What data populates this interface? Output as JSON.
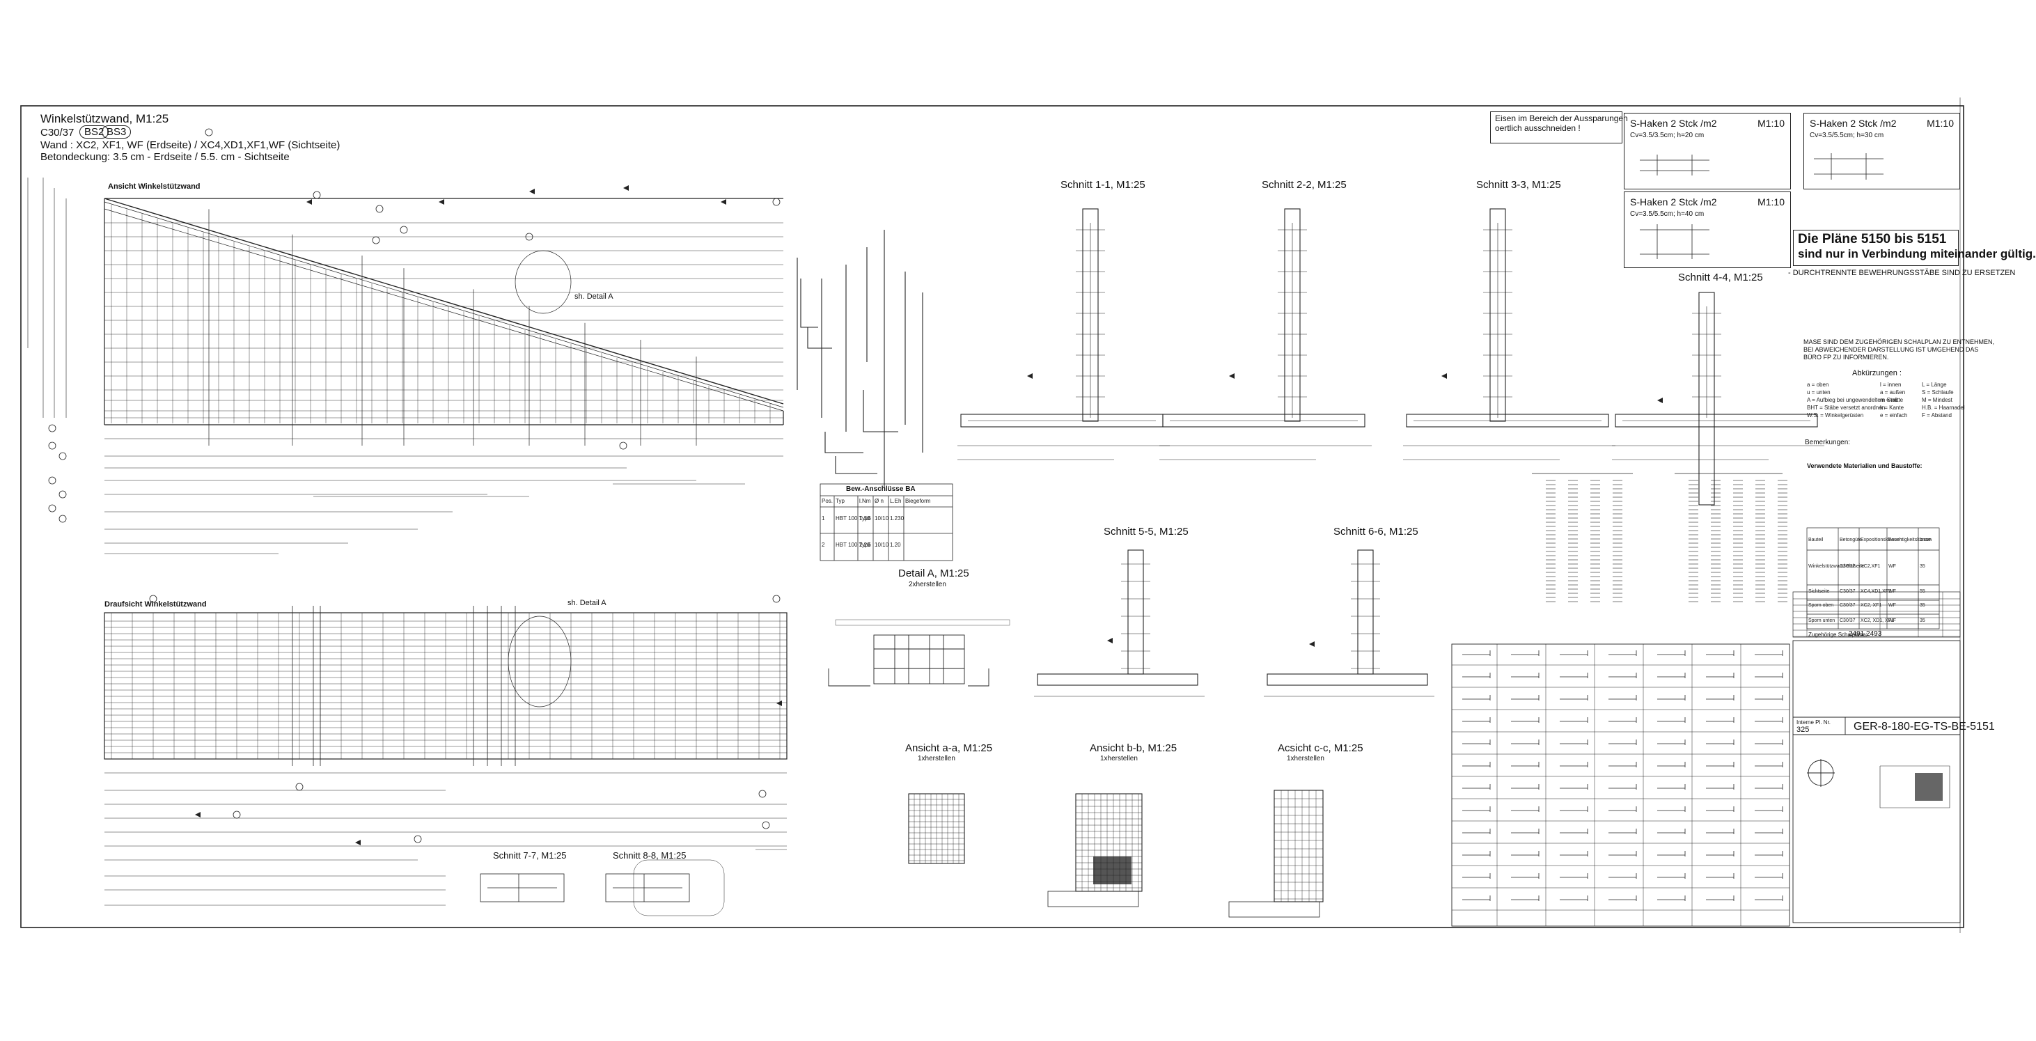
{
  "header": {
    "title": "Winkelstützwand, M1:25",
    "concrete": "C30/37",
    "badges": [
      "BS2",
      "BS3"
    ],
    "exposure": "Wand : XC2, XF1, WF (Erdseite) / XC4,XD1,XF1,WF (Sichtseite)",
    "cover": "Betondeckung: 3.5 cm - Erdseite / 5.5. cm - Sichtseite"
  },
  "views": {
    "elevation": "Ansicht Winkelstützwand",
    "plan": "Draufsicht Winkelstützwand",
    "detail_ref": "sh. Detail A",
    "detail_ref2": "sh. Detail A"
  },
  "sections": {
    "s1": "Schnitt 1-1, M1:25",
    "s2": "Schnitt 2-2, M1:25",
    "s3": "Schnitt 3-3, M1:25",
    "s4": "Schnitt 4-4, M1:25",
    "s5": "Schnitt 5-5, M1:25",
    "s6": "Schnitt 6-6, M1:25",
    "s7": "Schnitt 7-7, M1:25",
    "s8": "Schnitt 8-8, M1:25"
  },
  "details": {
    "detail_a": "Detail A, M1:25",
    "detail_a_sub": "2xherstellen",
    "aa": "Ansicht a-a, M1:25",
    "aa_sub": "1xherstellen",
    "bb": "Ansicht b-b, M1:25",
    "bb_sub": "1xherstellen",
    "cc": "Acsicht c-c, M1:25",
    "cc_sub": "1xherstellen"
  },
  "anschluss_table": {
    "title": "Bew.-Anschlüsse BA",
    "headers": [
      "Pos.",
      "Typ",
      "l.Nm",
      "Ø n",
      "L.Eh",
      "Biegeform"
    ],
    "rows": [
      [
        "1",
        "HBT 100 Typ6",
        "1.30",
        "10/10",
        "1.230",
        ""
      ],
      [
        "2",
        "HBT 100 Typ6",
        "2.20",
        "10/10",
        "1.20",
        ""
      ]
    ]
  },
  "note_box": [
    "Eisen im Bereich der Aussparungen",
    "oertlich ausschneiden !"
  ],
  "shaken": [
    {
      "title": "S-Haken 2 Stck /m2",
      "scale": "M1:10",
      "spec": "Cv=3.5/3.5cm; h=20 cm"
    },
    {
      "title": "S-Haken 2 Stck /m2",
      "scale": "M1:10",
      "spec": "Cv=3.5/5.5cm; h=30 cm"
    },
    {
      "title": "S-Haken 2 Stck /m2",
      "scale": "M1:10",
      "spec": "Cv=3.5/5.5cm; h=40 cm"
    }
  ],
  "validity": {
    "line1": "Die Pläne 5150 bis 5151",
    "line2": "sind nur in Verbindung miteinander gültig.",
    "cut_note": "- DURCHTRENNTE BEWEHRUNGSSTÄBE SIND ZU ERSETZEN",
    "notice": [
      "MASE SIND DEM ZUGEHÖRIGEN SCHALPLAN ZU ENTNEHMEN,",
      "BEI ABWEICHENDER DARSTELLUNG IST UMGEHEND DAS",
      "BÜRO FP ZU INFORMIEREN."
    ]
  },
  "abbrev": {
    "title": "Abkürzungen :",
    "left": [
      "a = oben",
      "u = unten",
      "A = Aufbieg bei ungewendeltem Stab",
      "BHT = Stäbe versetzt anordnen",
      "W.S. = Winkelgerüsten"
    ],
    "mid": [
      "l = innen",
      "a = außen",
      "m = mitte",
      "k = Kante",
      "e = einfach"
    ],
    "right": [
      "L = Länge",
      "S = Schlaufe",
      "M = Mindest",
      "H.B. = Haarnadel",
      "F = Abstand"
    ]
  },
  "bemerkungen": {
    "title": "Bemerkungen:"
  },
  "materials": {
    "title": "Verwendete Materialien und Baustoffe:",
    "headers": [
      "Bauteil",
      "Betongüte",
      "Expositionsklassen",
      "Feuchtigkeitsklasse",
      "cnom"
    ],
    "rows": [
      [
        "Winkelstützwand Erdseite",
        "C30/37",
        "XC2,XF1",
        "WF",
        "35"
      ],
      [
        "Sichtseite",
        "C30/37",
        "XC4,XD1,XF1",
        "WF",
        "55"
      ],
      [
        "Sporn oben",
        "C30/37",
        "XC2, XF1",
        "WF",
        "35"
      ],
      [
        "Sporn unten",
        "C30/37",
        "XC2, XD1, XF1",
        "WF",
        "35"
      ]
    ],
    "footer_label": "Zugehörige Schalpläne:",
    "footer_value": "2491,2493"
  },
  "title_block": {
    "plan_no_label": "Interne Pl. Nr.",
    "plan_no": "325",
    "drawing_id": "GER-8-180-EG-TS-BE-5151"
  }
}
